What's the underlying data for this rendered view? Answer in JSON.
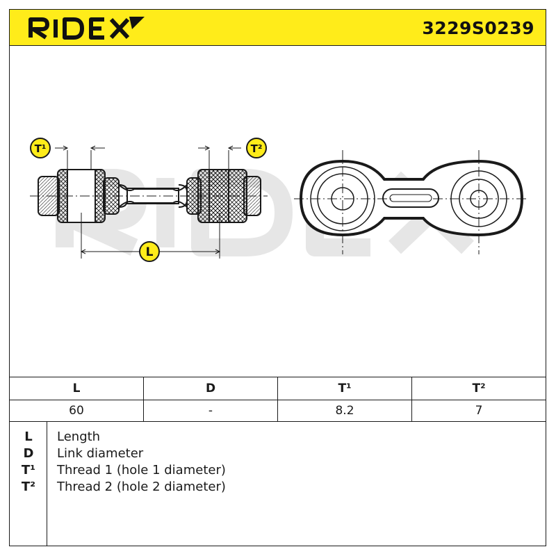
{
  "header": {
    "brand": "RIDEX",
    "part_number": "3229S0239",
    "background": "#ffec1a"
  },
  "drawing": {
    "watermark": "RIDEX",
    "markers": {
      "t1": "T¹",
      "t2": "T²",
      "l": "L"
    }
  },
  "specs": {
    "headers": [
      "L",
      "D",
      "T¹",
      "T²"
    ],
    "values": [
      "60",
      "-",
      "8.2",
      "7"
    ]
  },
  "legend": [
    {
      "key": "L",
      "text": "Length"
    },
    {
      "key": "D",
      "text": "Link diameter"
    },
    {
      "key": "T¹",
      "text": "Thread 1 (hole 1 diameter)"
    },
    {
      "key": "T²",
      "text": "Thread 2 (hole 2 diameter)"
    }
  ],
  "icons": [
    "ridex-logo-icon"
  ]
}
